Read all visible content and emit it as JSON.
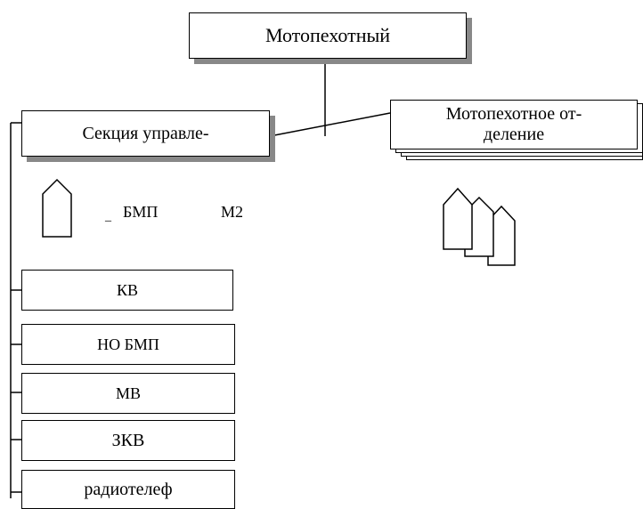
{
  "top": {
    "label": "Мотопехотный"
  },
  "section": {
    "label": "Секция управле-"
  },
  "squad": {
    "line1": "Мотопехотное от-",
    "line2": "деление"
  },
  "vehicle": {
    "name": "БМП",
    "model": "М2",
    "dash": "_"
  },
  "roles": [
    "КВ",
    "НО БМП",
    "МВ",
    "ЗКВ",
    "радиотелеф"
  ],
  "icons": {
    "vehicle": "vehicle-pentagon-icon",
    "squad_vehicles": "vehicle-pentagon-icon"
  }
}
